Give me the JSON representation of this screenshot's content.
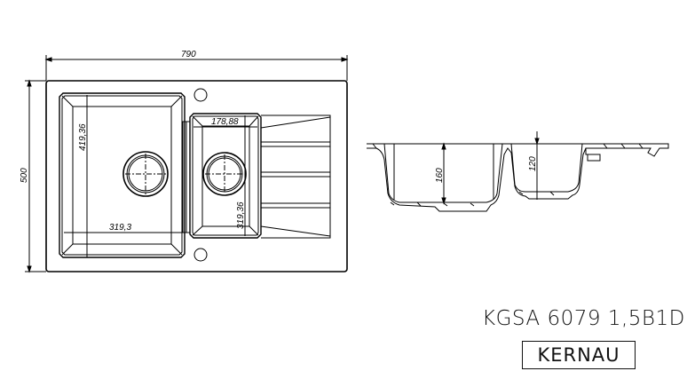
{
  "top_view": {
    "overall_width": "790",
    "overall_depth": "500",
    "large_bowl_length": "419,36",
    "large_bowl_width": "319,3",
    "small_bowl_width": "178,88",
    "small_bowl_length": "319,36"
  },
  "section_view": {
    "large_bowl_depth": "160",
    "small_bowl_depth": "120"
  },
  "model": "KGSA 6079 1,5B1D",
  "brand": "KERNAU"
}
